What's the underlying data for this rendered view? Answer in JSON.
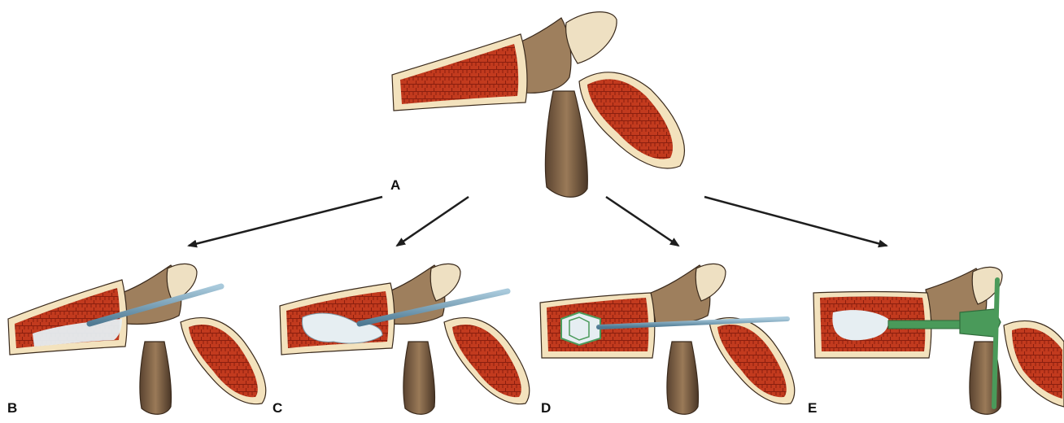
{
  "labels": {
    "a": "A",
    "b": "B",
    "c": "C",
    "d": "D",
    "e": "E"
  },
  "colors": {
    "cortex": "#f3e2bd",
    "marrow": "#c23a1e",
    "marrow_cell": "#9e2412",
    "pedicle": "#8b6a4a",
    "pedicle_dark": "#5a4330",
    "instrument": "#6e98b0",
    "cement": "#e6eef2",
    "implant_green": "#4a9a5a",
    "arrow": "#1e1e1e"
  },
  "icons": {
    "arrow": "arrow-icon"
  }
}
